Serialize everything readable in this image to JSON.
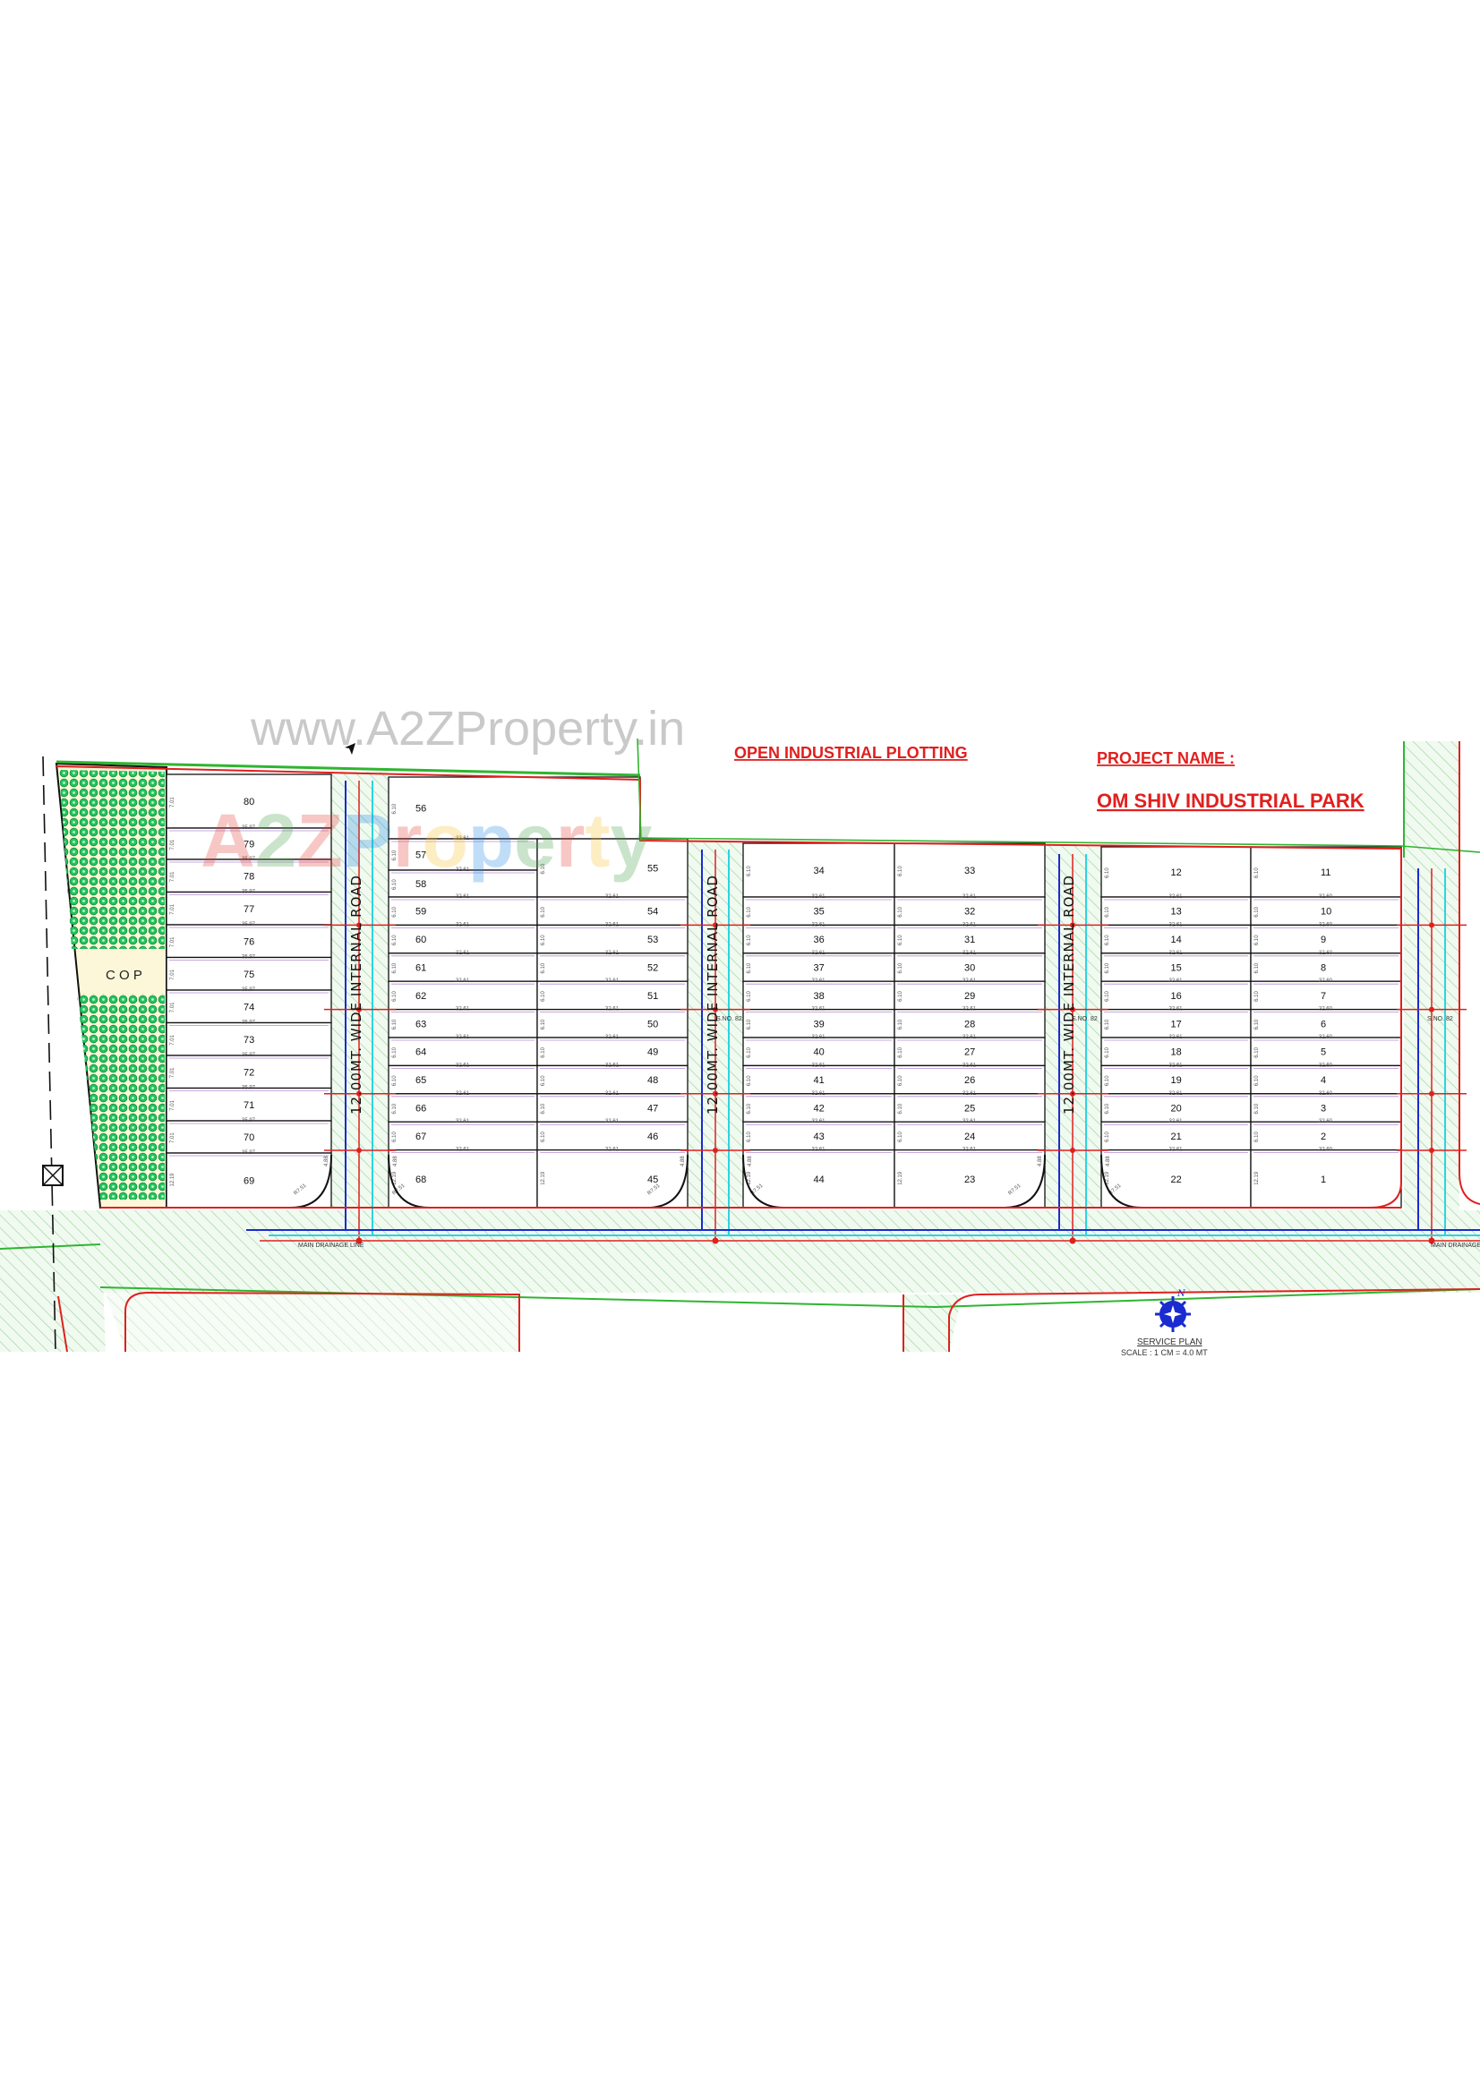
{
  "watermark": {
    "url": "www.A2ZProperty.in",
    "logo": [
      "A",
      "2",
      "Z",
      "P",
      "r",
      "o",
      "p",
      "e",
      "r",
      "t",
      "y"
    ],
    "logo_colors": [
      "#e53935",
      "#43a047",
      "#e53935",
      "#1e88e5",
      "#e53935",
      "#fbc02d",
      "#1e88e5",
      "#43a047",
      "#e53935",
      "#fbc02d",
      "#43a047"
    ]
  },
  "titles": {
    "plan_type": "OPEN INDUSTRIAL PLOTTING",
    "project_label": "PROJECT NAME :",
    "project_name": "OM SHIV INDUSTRIAL PARK"
  },
  "labels": {
    "cop": "C O P",
    "internal_road": "12.00MT. WIDE INTERNAL ROAD",
    "survey_no": "S.NO. 82",
    "drainage": "MAIN DRAINAGE LINE",
    "service_plan": "SERVICE PLAN",
    "scale": "SCALE : 1 CM = 4.0 MT",
    "compass_n": "N"
  },
  "dimensions": {
    "left_width": "35.97",
    "mid_width": "32.61",
    "right_width": "32.60",
    "left_depth": "7.01",
    "mid_depth": "6.10",
    "end_depth": "12.19",
    "corner": "4.88",
    "radius": "R7.51"
  },
  "plots": {
    "columns": [
      {
        "numbers": [
          80,
          79,
          78,
          77,
          76,
          75,
          74,
          73,
          72,
          71,
          70,
          69
        ]
      },
      {
        "numbers": [
          56,
          57,
          58,
          59,
          60,
          61,
          62,
          63,
          64,
          65,
          66,
          67,
          68
        ]
      },
      {
        "numbers": [
          55,
          54,
          53,
          52,
          51,
          50,
          49,
          48,
          47,
          46,
          45
        ]
      },
      {
        "numbers": [
          34,
          35,
          36,
          37,
          38,
          39,
          40,
          41,
          42,
          43,
          44
        ]
      },
      {
        "numbers": [
          33,
          32,
          31,
          30,
          29,
          28,
          27,
          26,
          25,
          24,
          23
        ]
      },
      {
        "numbers": [
          12,
          13,
          14,
          15,
          16,
          17,
          18,
          19,
          20,
          21,
          22
        ]
      },
      {
        "numbers": [
          11,
          10,
          9,
          8,
          7,
          6,
          5,
          4,
          3,
          2,
          1
        ]
      }
    ]
  },
  "colors": {
    "boundary": "#e0201e",
    "site_line": "#2fb52f",
    "water": "#1a2bd0",
    "sewer": "#2bd5e0",
    "drain": "#e0201e",
    "plot_line": "#111111",
    "dimension": "#b68ad6",
    "hatch": "#9fd89f",
    "cop_fill": "#fbf7d8",
    "tree": "#22c55e"
  }
}
